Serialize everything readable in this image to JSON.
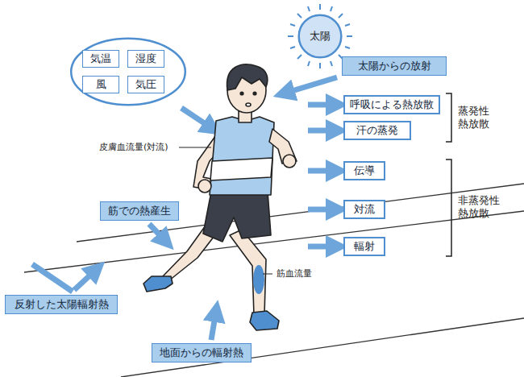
{
  "diagram": {
    "nodes": [
      {
        "text": []
      },
      {
        "text": [
          "気温"
        ],
        "in": 0
      },
      {
        "text": [
          "湿度"
        ],
        "in": 0
      },
      {
        "text": [
          "風"
        ],
        "in": 0
      },
      {
        "text": [
          "気圧"
        ],
        "in": 0
      },
      {
        "text": [
          "太陽"
        ]
      },
      {
        "text": [
          "太陽からの放射"
        ]
      },
      {
        "text": [
          "呼吸による熱放散"
        ]
      },
      {
        "text": [
          "汗の蒸発"
        ]
      },
      {
        "text": [
          "伝導"
        ]
      },
      {
        "text": [
          "対流"
        ]
      },
      {
        "text": [
          "輻射"
        ]
      },
      {
        "text": [
          "筋での熱産生"
        ]
      },
      {
        "text": [
          "反射した太陽輻射熱"
        ]
      },
      {
        "text": [
          "地面からの輻射熱"
        ]
      }
    ],
    "labels": [
      "皮膚血流量(対流)",
      "筋血流量",
      "蒸発性熱放散",
      "非蒸発性熱放散"
    ]
  }
}
